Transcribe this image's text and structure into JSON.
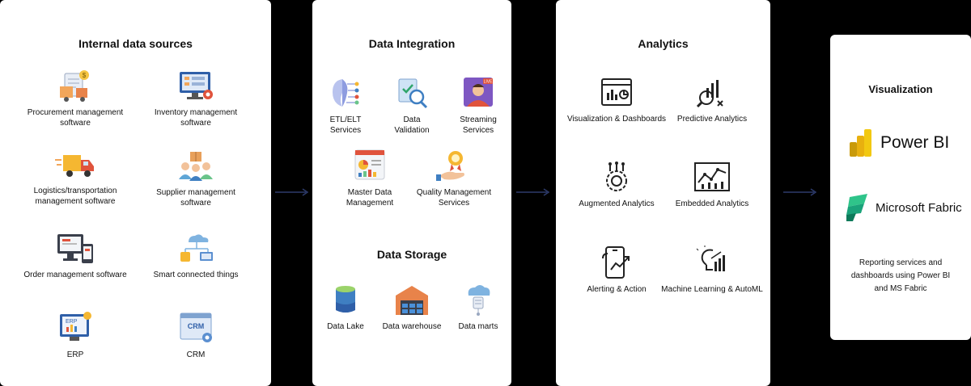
{
  "internal": {
    "title": "Internal data sources",
    "items": [
      {
        "label": "Procurement management software",
        "icon": "procurement-icon"
      },
      {
        "label": "Inventory management software",
        "icon": "inventory-icon"
      },
      {
        "label": "Logistics/transportation management software",
        "icon": "truck-icon"
      },
      {
        "label": "Supplier management software",
        "icon": "supplier-icon"
      },
      {
        "label": "Order management software",
        "icon": "order-icon"
      },
      {
        "label": "Smart connected things",
        "icon": "cloud-devices-icon"
      },
      {
        "label": "ERP",
        "icon": "erp-icon",
        "badge": "ERP"
      },
      {
        "label": "CRM",
        "icon": "crm-icon",
        "badge": "CRM"
      }
    ]
  },
  "integration": {
    "title": "Data Integration",
    "items": [
      {
        "label": "ETL/ELT Services",
        "icon": "etl-icon"
      },
      {
        "label": "Data Validation",
        "icon": "validation-icon"
      },
      {
        "label": "Streaming Services",
        "icon": "streaming-icon",
        "badge": "LIVE"
      },
      {
        "label": "Master Data Management",
        "icon": "master-data-icon"
      },
      {
        "label": "Quality Management Services",
        "icon": "quality-icon"
      }
    ]
  },
  "storage": {
    "title": "Data Storage",
    "items": [
      {
        "label": "Data Lake",
        "icon": "data-lake-icon"
      },
      {
        "label": "Data warehouse",
        "icon": "warehouse-icon"
      },
      {
        "label": "Data marts",
        "icon": "data-marts-icon"
      }
    ]
  },
  "analytics": {
    "title": "Analytics",
    "items": [
      {
        "label": "Visualization & Dashboards",
        "icon": "dashboard-icon"
      },
      {
        "label": "Predictive Analytics",
        "icon": "predictive-icon"
      },
      {
        "label": "Augmented Analytics",
        "icon": "augmented-icon"
      },
      {
        "label": "Embedded Analytics",
        "icon": "embedded-icon"
      },
      {
        "label": "Alerting & Action",
        "icon": "alert-icon"
      },
      {
        "label": "Machine Learning & AutoML",
        "icon": "ml-icon"
      }
    ]
  },
  "visualization": {
    "title": "Visualization",
    "powerbi": "Power BI",
    "fabric": "Microsoft Fabric",
    "description": "Reporting services and dashboards using Power BI and MS Fabric"
  },
  "colors": {
    "background": "#000000",
    "panel": "#ffffff",
    "arrow": "#2d3a6b",
    "powerbi": "#f2c811",
    "fabric": "#1aa37a"
  }
}
